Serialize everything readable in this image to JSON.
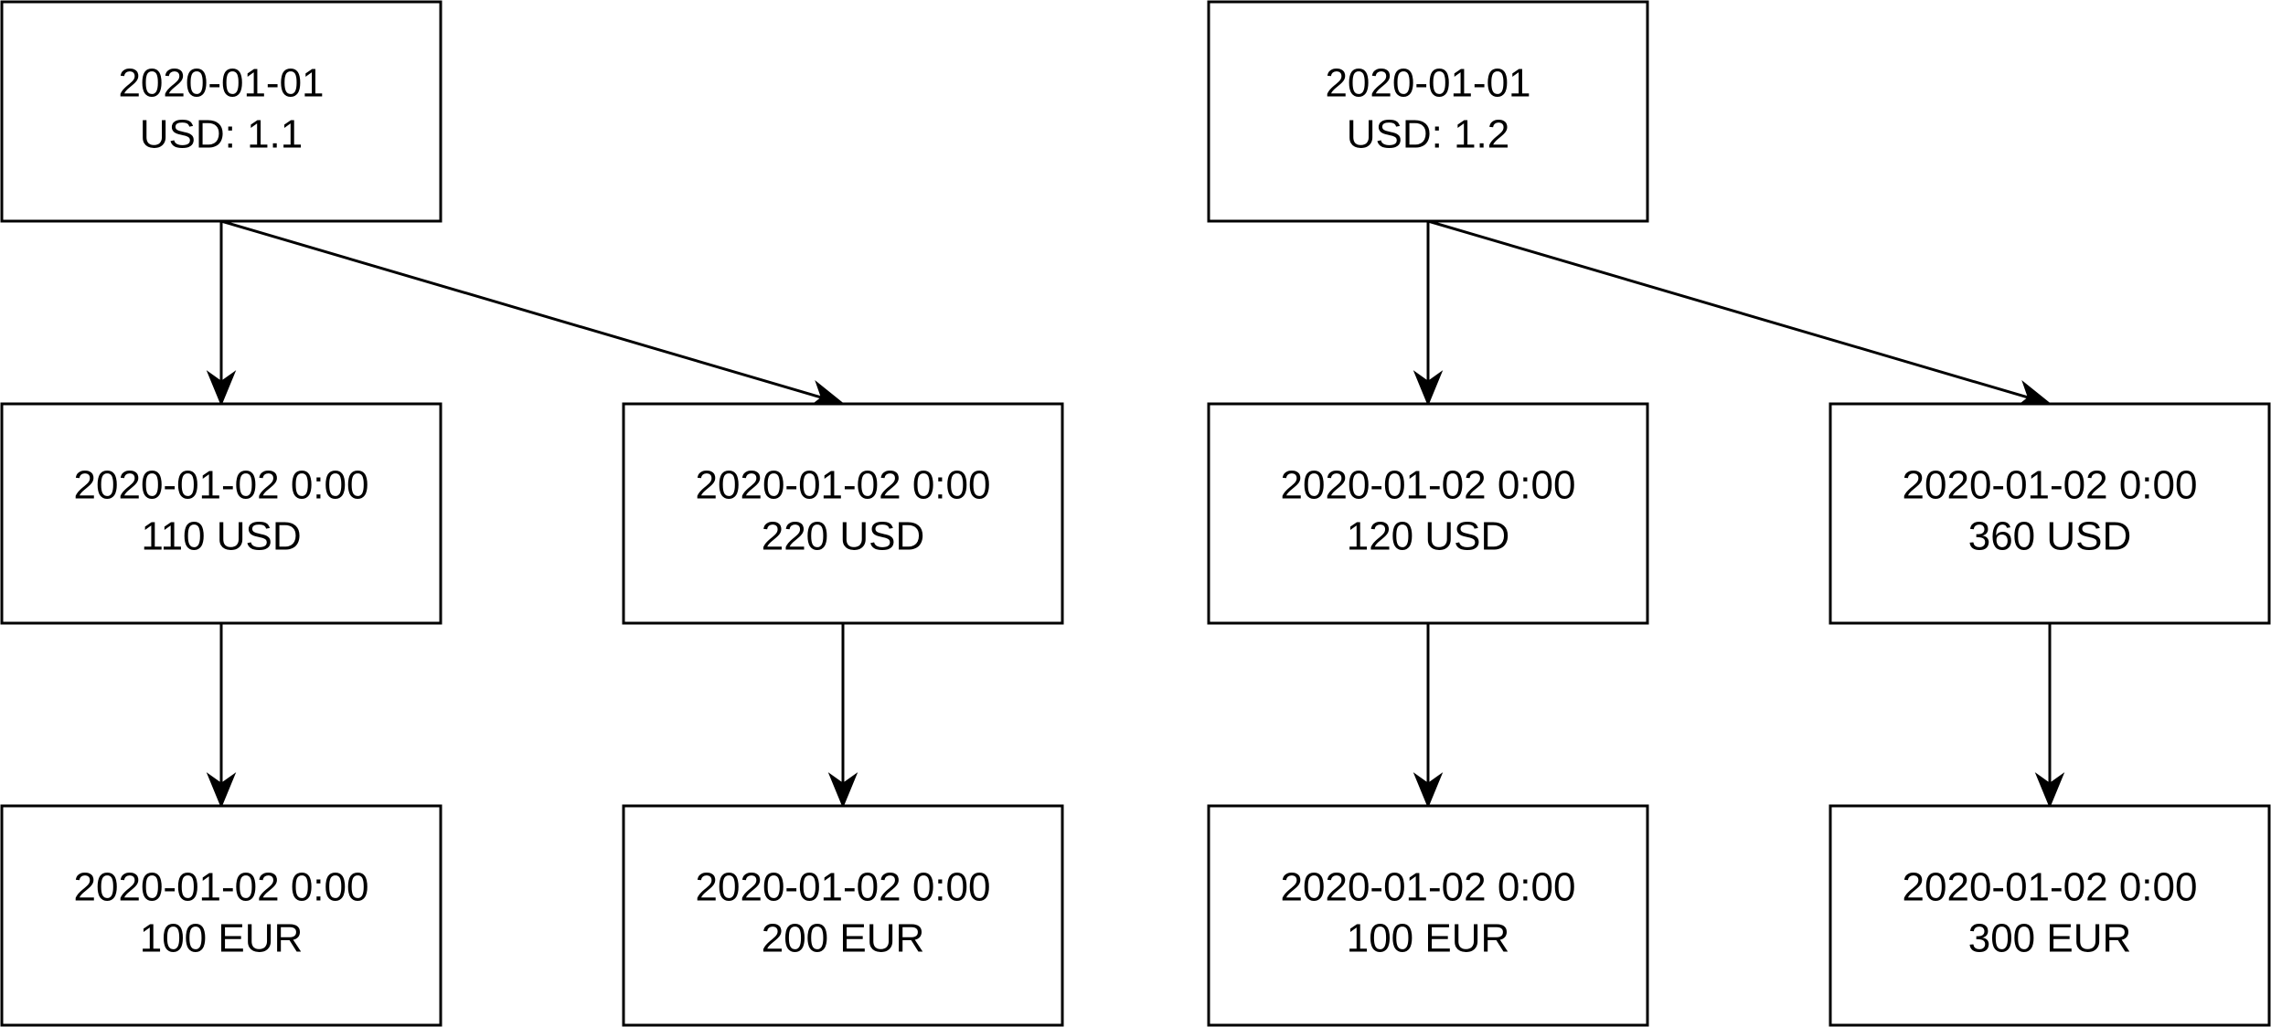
{
  "diagram": {
    "nodes": [
      {
        "id": "a_root",
        "line1": "2020-01-01",
        "line2": "USD: 1.1"
      },
      {
        "id": "a_mid1",
        "line1": "2020-01-02 0:00",
        "line2": "110 USD"
      },
      {
        "id": "a_mid2",
        "line1": "2020-01-02 0:00",
        "line2": "220 USD"
      },
      {
        "id": "a_leaf1",
        "line1": "2020-01-02 0:00",
        "line2": "100 EUR"
      },
      {
        "id": "a_leaf2",
        "line1": "2020-01-02 0:00",
        "line2": "200 EUR"
      },
      {
        "id": "b_root",
        "line1": "2020-01-01",
        "line2": "USD: 1.2"
      },
      {
        "id": "b_mid1",
        "line1": "2020-01-02 0:00",
        "line2": "120 USD"
      },
      {
        "id": "b_mid2",
        "line1": "2020-01-02 0:00",
        "line2": "360 USD"
      },
      {
        "id": "b_leaf1",
        "line1": "2020-01-02 0:00",
        "line2": "100 EUR"
      },
      {
        "id": "b_leaf2",
        "line1": "2020-01-02 0:00",
        "line2": "300 EUR"
      }
    ],
    "edges": [
      {
        "from": "a_root",
        "to": "a_mid1"
      },
      {
        "from": "a_root",
        "to": "a_mid2"
      },
      {
        "from": "a_mid1",
        "to": "a_leaf1"
      },
      {
        "from": "a_mid2",
        "to": "a_leaf2"
      },
      {
        "from": "b_root",
        "to": "b_mid1"
      },
      {
        "from": "b_root",
        "to": "b_mid2"
      },
      {
        "from": "b_mid1",
        "to": "b_leaf1"
      },
      {
        "from": "b_mid2",
        "to": "b_leaf2"
      }
    ]
  }
}
